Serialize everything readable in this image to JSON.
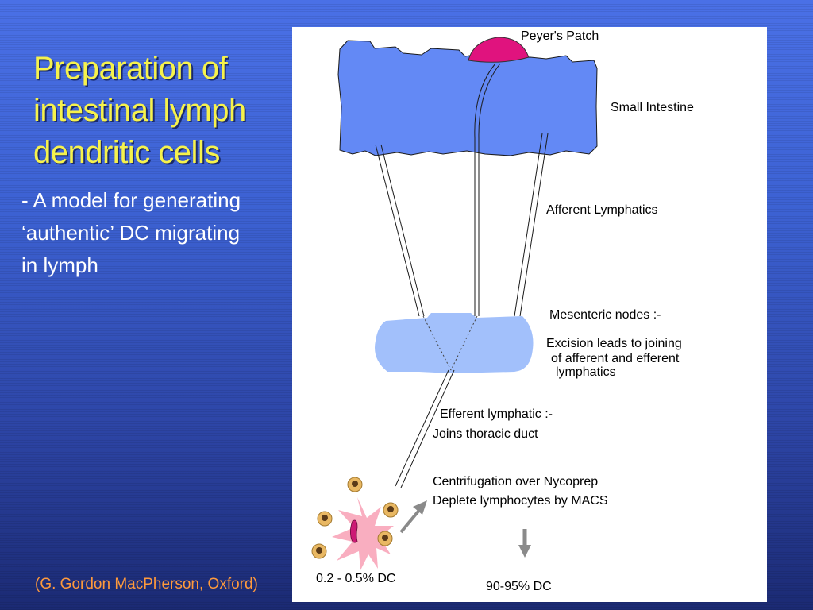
{
  "title": {
    "line1": "Preparation of",
    "line2": "intestinal lymph",
    "line3": "dendritic cells"
  },
  "subtitle": {
    "line1": "- A model for generating",
    "line2": "‘authentic’ DC migrating",
    "line3": "in lymph"
  },
  "credit": "(G. Gordon MacPherson, Oxford)",
  "diagram": {
    "peyers_patch": "Peyer's Patch",
    "small_intestine": "Small Intestine",
    "afferent_lymphatics": "Afferent Lymphatics",
    "mesenteric_nodes": "Mesenteric nodes :-",
    "excision_line1": "Excision leads to joining",
    "excision_line2": "of afferent and efferent",
    "excision_line3": "lymphatics",
    "efferent_lymphatic": "Efferent lymphatic :-",
    "thoracic_duct": "Joins thoracic duct",
    "centrifugation": "Centrifugation over Nycoprep",
    "deplete": "Deplete lymphocytes by MACS",
    "dc_low": "0.2 - 0.5% DC",
    "dc_high": "90-95% DC"
  },
  "colors": {
    "title": "#f6f24c",
    "credit": "#ff9a3c",
    "intestine": "#6389f5",
    "node": "#a2c0fb",
    "patch": "#e0137e",
    "cell": "#f9aec0",
    "lymphocyte": "#e9b863",
    "arrow": "#8a8a8a"
  }
}
